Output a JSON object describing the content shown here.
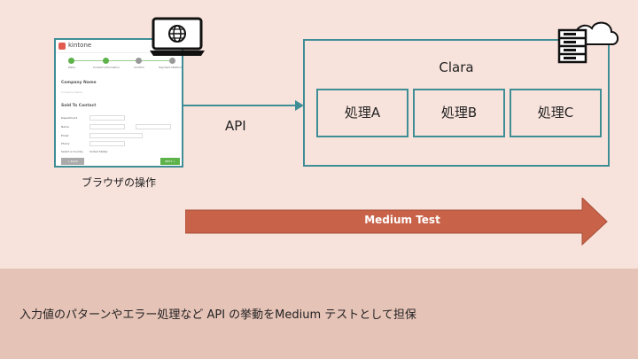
{
  "browser_mock": {
    "app_name": "kintone",
    "steps": [
      "Plans",
      "Contact Information",
      "Confirm",
      "Payment Method"
    ],
    "company_section": "Company Name",
    "company_placeholder": "Company Name",
    "contact_section": "Sold To Contact",
    "rows": [
      "Department",
      "Name",
      "Email",
      "Phone",
      "Select a Country"
    ],
    "country_value": "United States",
    "back_label": "< BACK",
    "next_label": "NEXT >"
  },
  "browser_caption": "ブラウザの操作",
  "api_label": "API",
  "clara": {
    "title": "Clara",
    "processes": [
      "処理A",
      "処理B",
      "処理C"
    ]
  },
  "medium_test_label": "Medium Test",
  "caption": "入力値のパターンやエラー処理など API の挙動をMedium テストとして担保",
  "colors": {
    "background": "#f8e3dc",
    "band": "#e6c3b7",
    "box_border": "#3f8e96",
    "arrow_fill": "#c8634a"
  },
  "icons": [
    "laptop-globe-icon",
    "server-cloud-icon"
  ]
}
